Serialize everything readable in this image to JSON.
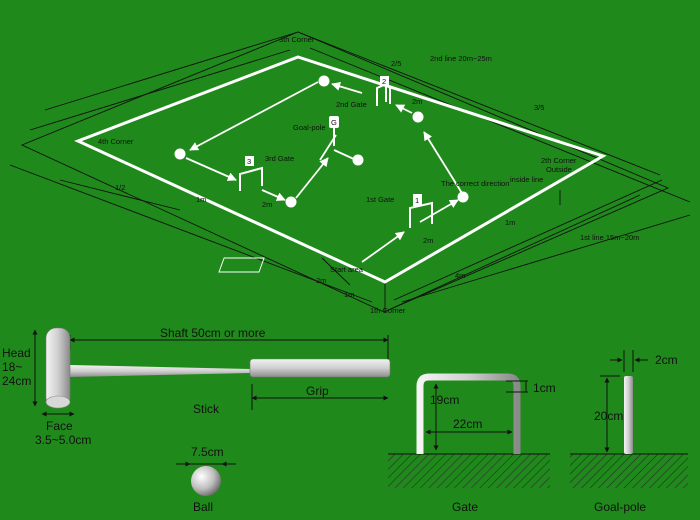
{
  "field": {
    "corners": {
      "c1": "1th Corner",
      "c2": "2th Corner",
      "c3": "3th Corner",
      "c4": "4th Corner"
    },
    "line_labels": {
      "first_line": "1st line 15m~20m",
      "second_line": "2nd line 20m~25m",
      "outside": "Outside",
      "inside": "inside line"
    },
    "fractions": {
      "half": "1/2",
      "two_fifths": "2/5",
      "three_fifths": "3/5"
    },
    "gates": {
      "g1": "1st Gate",
      "g2": "2nd Gate",
      "g3": "3rd Gate"
    },
    "gate_numbers": {
      "g1": "1",
      "g2": "2",
      "g3": "3"
    },
    "goal_pole": "Goal-pole",
    "goal_letter": "G",
    "start_area": "Start area",
    "direction": "The correct direction",
    "measures": {
      "two_m": "2m",
      "one_m": "1m",
      "four_m": "4m"
    }
  },
  "stick": {
    "shaft": "Shaft  50cm  or  more",
    "title": "Stick",
    "grip": "Grip",
    "head": [
      "Head",
      "18~",
      "24cm"
    ],
    "face": [
      "Face",
      "3.5~5.0cm"
    ]
  },
  "ball": {
    "size": "7.5cm",
    "title": "Ball"
  },
  "gate": {
    "height": "19cm",
    "width": "22cm",
    "thickness": "1cm",
    "title": "Gate"
  },
  "pole": {
    "width": "2cm",
    "height": "20cm",
    "title": "Goal-pole"
  }
}
